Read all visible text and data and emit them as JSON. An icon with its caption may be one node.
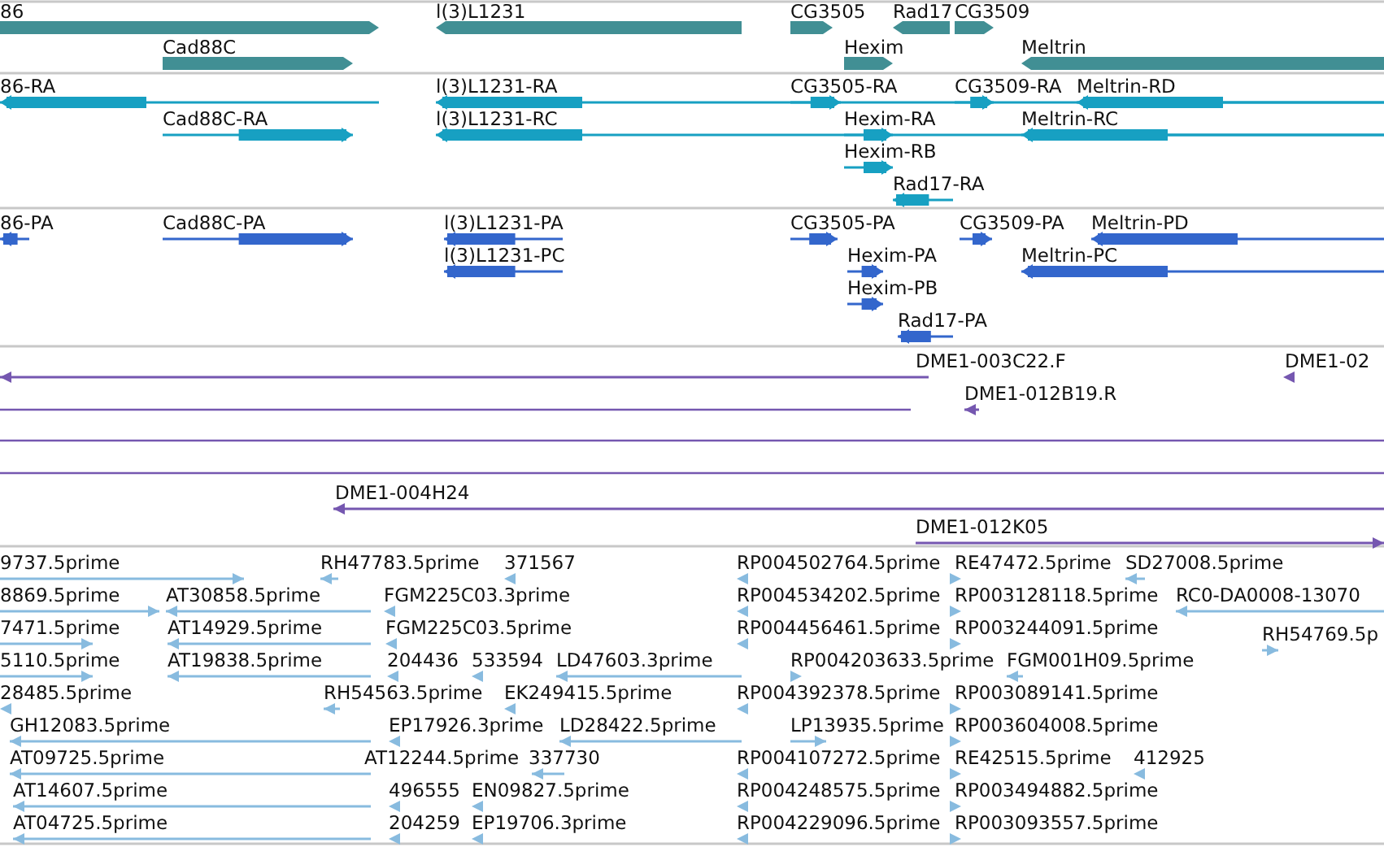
{
  "diagram": {
    "labels": [
      "86",
      "l(3)L1231",
      "CG3505",
      "Rad17",
      "CG3509",
      "Cad88C",
      "Hexim",
      "Meltrin",
      "86-RA",
      "l(3)L1231-RA",
      "CG3505-RA",
      "CG3509-RA",
      "Meltrin-RD",
      "Cad88C-RA",
      "l(3)L1231-RC",
      "Hexim-RA",
      "Meltrin-RC",
      "Hexim-RB",
      "Rad17-RA",
      "86-PA",
      "Cad88C-PA",
      "l(3)L1231-PA",
      "CG3505-PA",
      "CG3509-PA",
      "Meltrin-PD",
      "l(3)L1231-PC",
      "Hexim-PA",
      "Meltrin-PC",
      "Hexim-PB",
      "Rad17-PA",
      "DME1-003C22.F",
      "DME1-02",
      "DME1-012B19.R",
      "DME1-004H24",
      "DME1-012K05",
      "9737.5prime",
      "RH47783.5prime",
      "371567",
      "RP004502764.5prime",
      "RE47472.5prime",
      "SD27008.5prime",
      "8869.5prime",
      "AT30858.5prime",
      "FGM225C03.3prime",
      "RP004534202.5prime",
      "RP003128118.5prime",
      "RC0-DA0008-13070",
      "7471.5prime",
      "AT14929.5prime",
      "FGM225C03.5prime",
      "RP004456461.5prime",
      "RP003244091.5prime",
      "RH54769.5p",
      "5110.5prime",
      "AT19838.5prime",
      "204436",
      "533594",
      "LD47603.3prime",
      "RP004203633.5prime",
      "FGM001H09.5prime",
      "28485.5prime",
      "RH54563.5prime",
      "EK249415.5prime",
      "RP004392378.5prime",
      "RP003089141.5prime",
      "GH12083.5prime",
      "EP17926.3prime",
      "LD28422.5prime",
      "LP13935.5prime",
      "RP003604008.5prime",
      "AT09725.5prime",
      "AT12244.5prime",
      "337730",
      "RP004107272.5prime",
      "RE42515.5prime",
      "412925",
      "AT14607.5prime",
      "496555",
      "EN09827.5prime",
      "RP004248575.5prime",
      "RP003494882.5prime",
      "AT04725.5prime",
      "204259",
      "EP19706.3prime",
      "RP004229096.5prime",
      "RP003093557.5prime"
    ]
  }
}
